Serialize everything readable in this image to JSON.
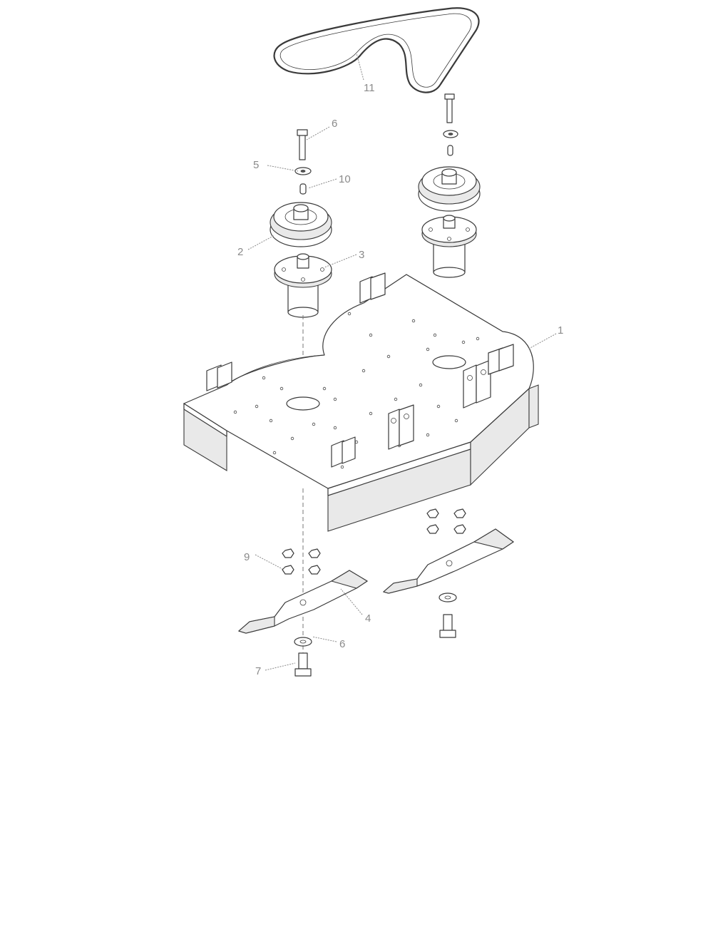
{
  "callouts": [
    {
      "id": "c1",
      "label": "1"
    },
    {
      "id": "c2",
      "label": "2"
    },
    {
      "id": "c3",
      "label": "3"
    },
    {
      "id": "c4",
      "label": "4"
    },
    {
      "id": "c5",
      "label": "5"
    },
    {
      "id": "c6a",
      "label": "6"
    },
    {
      "id": "c6b",
      "label": "6"
    },
    {
      "id": "c7",
      "label": "7"
    },
    {
      "id": "c9",
      "label": "9"
    },
    {
      "id": "c10",
      "label": "10"
    },
    {
      "id": "c11",
      "label": "11"
    }
  ]
}
